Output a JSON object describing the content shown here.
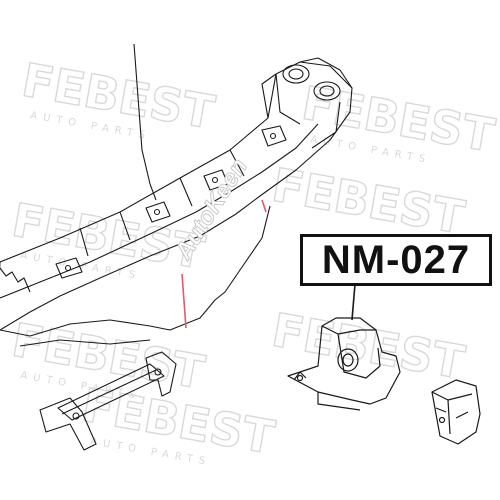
{
  "watermark": {
    "brand": "FEBEST",
    "tagline": "AUTO PARTS",
    "overlay": "AutoKeen"
  },
  "part_number": "NM-027",
  "colors": {
    "line": "#1a1a1a",
    "watermark": "#d9d9d9",
    "label_border": "#111111",
    "accent": "#e05a6a"
  }
}
